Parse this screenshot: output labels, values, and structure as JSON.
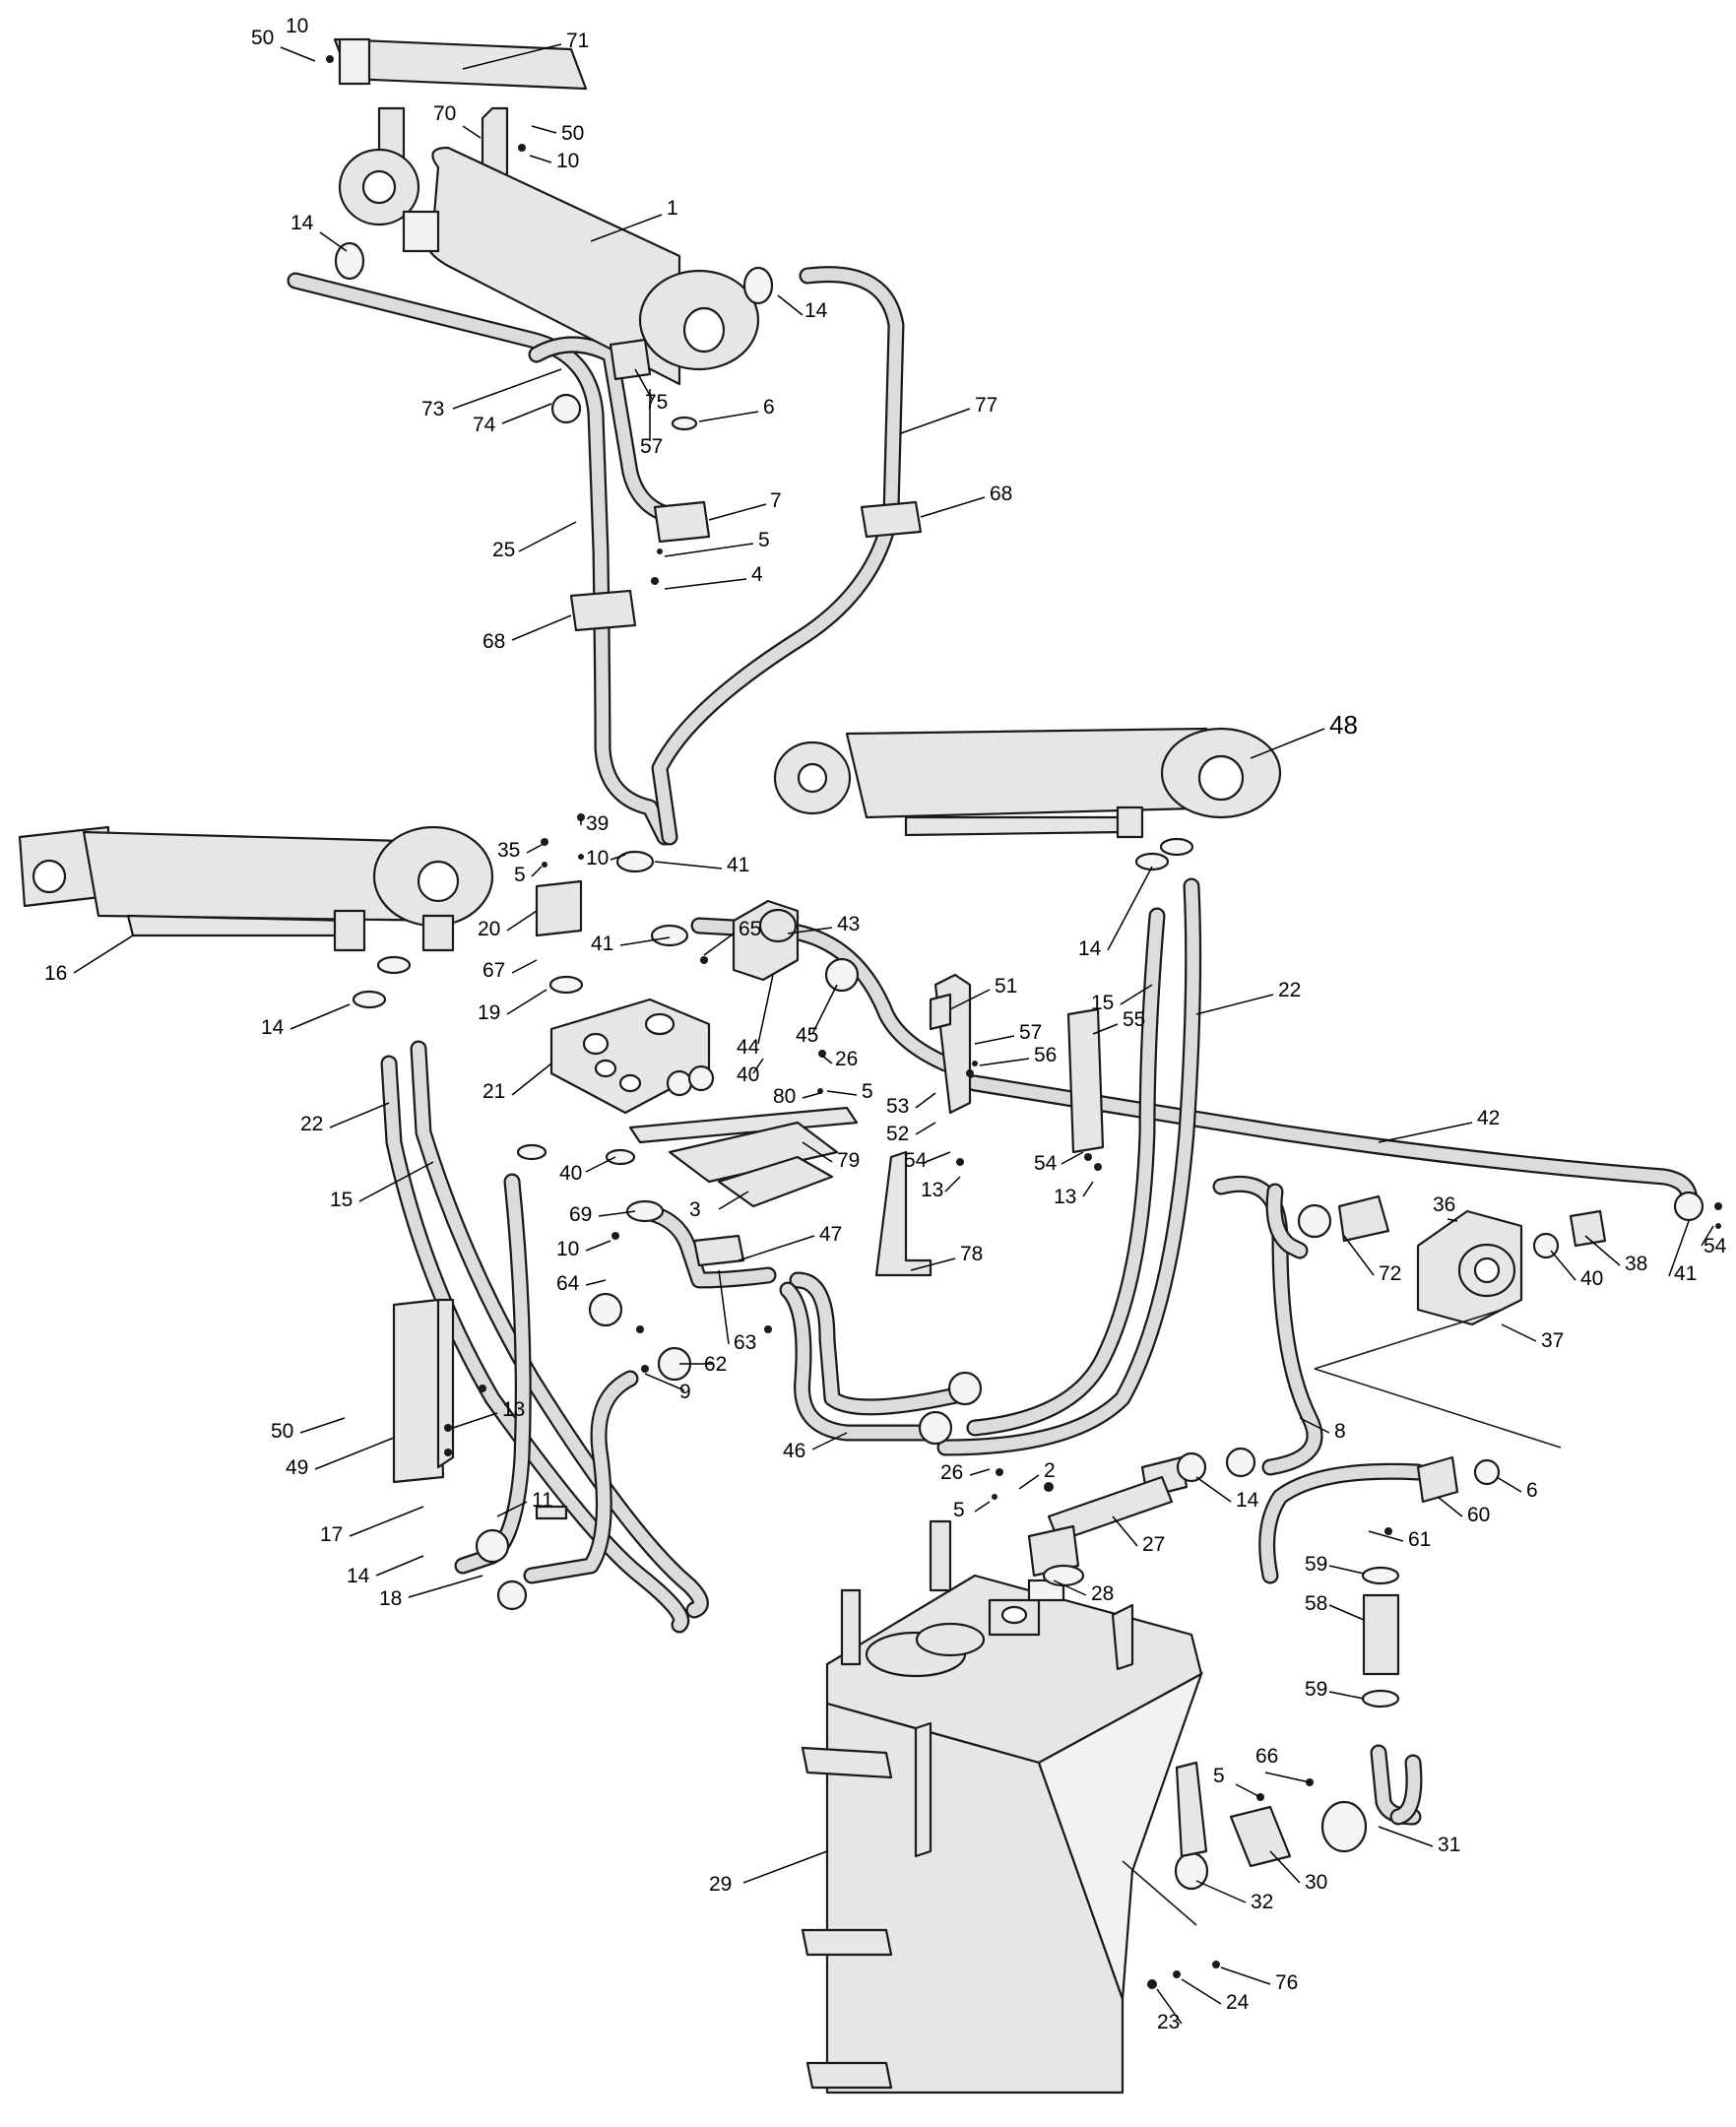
{
  "diagram": {
    "callouts": [
      {
        "id": "c71",
        "label": "71"
      },
      {
        "id": "c50a",
        "label": "50"
      },
      {
        "id": "c10a",
        "label": "10"
      },
      {
        "id": "c70",
        "label": "70"
      },
      {
        "id": "c50b",
        "label": "50"
      },
      {
        "id": "c10b",
        "label": "10"
      },
      {
        "id": "c1",
        "label": "1"
      },
      {
        "id": "c14a",
        "label": "14"
      },
      {
        "id": "c14b",
        "label": "14"
      },
      {
        "id": "c75",
        "label": "75"
      },
      {
        "id": "c73",
        "label": "73"
      },
      {
        "id": "c74",
        "label": "74"
      },
      {
        "id": "c57a",
        "label": "57"
      },
      {
        "id": "c6a",
        "label": "6"
      },
      {
        "id": "c77",
        "label": "77"
      },
      {
        "id": "c7",
        "label": "7"
      },
      {
        "id": "c68a",
        "label": "68"
      },
      {
        "id": "c25",
        "label": "25"
      },
      {
        "id": "c5a",
        "label": "5"
      },
      {
        "id": "c4",
        "label": "4"
      },
      {
        "id": "c68b",
        "label": "68"
      },
      {
        "id": "c48",
        "label": "48"
      },
      {
        "id": "c35",
        "label": "35"
      },
      {
        "id": "c39",
        "label": "39"
      },
      {
        "id": "c5b",
        "label": "5"
      },
      {
        "id": "c10c",
        "label": "10"
      },
      {
        "id": "c41a",
        "label": "41"
      },
      {
        "id": "c20",
        "label": "20"
      },
      {
        "id": "c41b",
        "label": "41"
      },
      {
        "id": "c43",
        "label": "43"
      },
      {
        "id": "c67",
        "label": "67"
      },
      {
        "id": "c16",
        "label": "16"
      },
      {
        "id": "c65",
        "label": "65"
      },
      {
        "id": "c19",
        "label": "19"
      },
      {
        "id": "c14c",
        "label": "14"
      },
      {
        "id": "c45",
        "label": "45"
      },
      {
        "id": "c44",
        "label": "44"
      },
      {
        "id": "c51",
        "label": "51"
      },
      {
        "id": "c55",
        "label": "55"
      },
      {
        "id": "c14d",
        "label": "14"
      },
      {
        "id": "c15a",
        "label": "15"
      },
      {
        "id": "c22a",
        "label": "22"
      },
      {
        "id": "c57b",
        "label": "57"
      },
      {
        "id": "c56",
        "label": "56"
      },
      {
        "id": "c21",
        "label": "21"
      },
      {
        "id": "c40a",
        "label": "40"
      },
      {
        "id": "c26a",
        "label": "26"
      },
      {
        "id": "c80",
        "label": "80"
      },
      {
        "id": "c5c",
        "label": "5"
      },
      {
        "id": "c53",
        "label": "53"
      },
      {
        "id": "c52",
        "label": "52"
      },
      {
        "id": "c22b",
        "label": "22"
      },
      {
        "id": "c42",
        "label": "42"
      },
      {
        "id": "c40b",
        "label": "40"
      },
      {
        "id": "c79",
        "label": "79"
      },
      {
        "id": "c54a",
        "label": "54"
      },
      {
        "id": "c54b",
        "label": "54"
      },
      {
        "id": "c13a",
        "label": "13"
      },
      {
        "id": "c13b",
        "label": "13"
      },
      {
        "id": "c15b",
        "label": "15"
      },
      {
        "id": "c3",
        "label": "3"
      },
      {
        "id": "c69",
        "label": "69"
      },
      {
        "id": "c47",
        "label": "47"
      },
      {
        "id": "c36",
        "label": "36"
      },
      {
        "id": "c10d",
        "label": "10"
      },
      {
        "id": "c78",
        "label": "78"
      },
      {
        "id": "c72",
        "label": "72"
      },
      {
        "id": "c40c",
        "label": "40"
      },
      {
        "id": "c38",
        "label": "38"
      },
      {
        "id": "c41c",
        "label": "41"
      },
      {
        "id": "c54c",
        "label": "54"
      },
      {
        "id": "c64",
        "label": "64"
      },
      {
        "id": "c63",
        "label": "63"
      },
      {
        "id": "c62",
        "label": "62"
      },
      {
        "id": "c37",
        "label": "37"
      },
      {
        "id": "c9",
        "label": "9"
      },
      {
        "id": "c50c",
        "label": "50"
      },
      {
        "id": "c13c",
        "label": "13"
      },
      {
        "id": "c49",
        "label": "49"
      },
      {
        "id": "c46",
        "label": "46"
      },
      {
        "id": "c8",
        "label": "8"
      },
      {
        "id": "c26b",
        "label": "26"
      },
      {
        "id": "c2",
        "label": "2"
      },
      {
        "id": "c5d",
        "label": "5"
      },
      {
        "id": "c14e",
        "label": "14"
      },
      {
        "id": "c27",
        "label": "27"
      },
      {
        "id": "c6b",
        "label": "6"
      },
      {
        "id": "c60",
        "label": "60"
      },
      {
        "id": "c61",
        "label": "61"
      },
      {
        "id": "c11",
        "label": "11"
      },
      {
        "id": "c17",
        "label": "17"
      },
      {
        "id": "c14f",
        "label": "14"
      },
      {
        "id": "c18",
        "label": "18"
      },
      {
        "id": "c28",
        "label": "28"
      },
      {
        "id": "c59a",
        "label": "59"
      },
      {
        "id": "c58",
        "label": "58"
      },
      {
        "id": "c59b",
        "label": "59"
      },
      {
        "id": "c66",
        "label": "66"
      },
      {
        "id": "c5e",
        "label": "5"
      },
      {
        "id": "c29",
        "label": "29"
      },
      {
        "id": "c31",
        "label": "31"
      },
      {
        "id": "c30",
        "label": "30"
      },
      {
        "id": "c32",
        "label": "32"
      },
      {
        "id": "c76",
        "label": "76"
      },
      {
        "id": "c24",
        "label": "24"
      },
      {
        "id": "c23",
        "label": "23"
      }
    ]
  }
}
